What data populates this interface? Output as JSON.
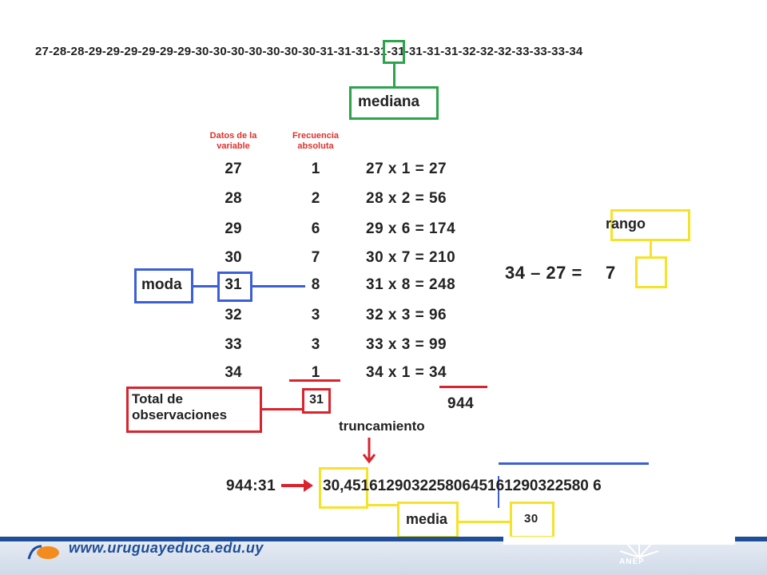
{
  "sequence": "27-28-28-29-29-29-29-29-29-30-30-30-30-30-30-30-31-31-31-31-31-31-31-31-32-32-32-33-33-33-34",
  "labels": {
    "mediana": "mediana",
    "moda": "moda",
    "total": "Total de\nobservaciones",
    "truncamiento": "truncamiento",
    "media": "media",
    "rango": "rango"
  },
  "headers": {
    "datos": "Datos de la variable",
    "frecuencia": "Frecuencia absoluta"
  },
  "rows": [
    {
      "dato": "27",
      "freq": "1",
      "prod": "27 x 1 = 27"
    },
    {
      "dato": "28",
      "freq": "2",
      "prod": "28 x 2 = 56"
    },
    {
      "dato": "29",
      "freq": "6",
      "prod": "29 x 6 = 174"
    },
    {
      "dato": "30",
      "freq": "7",
      "prod": "30 x 7 = 210"
    },
    {
      "dato": "31",
      "freq": "8",
      "prod": "31 x 8 = 248"
    },
    {
      "dato": "32",
      "freq": "3",
      "prod": "32 x 3 = 96"
    },
    {
      "dato": "33",
      "freq": "3",
      "prod": "33 x 3 = 99"
    },
    {
      "dato": "34",
      "freq": "1",
      "prod": "34 x 1 = 34"
    }
  ],
  "total_obs": "31",
  "sum": "944",
  "division": "944:31",
  "result_head": "30,",
  "result_tail": "4516129032258064516129032258 06",
  "result_full": "30,45161290322580645161290322580 6",
  "media_value": "30",
  "range_expr": "34 – 27 =",
  "range_value": "7",
  "footer": {
    "url": "www.uruguayeduca.edu.uy",
    "anep": "ANEP"
  },
  "colors": {
    "green": "#2ca44a",
    "blue": "#3d5fd6",
    "red": "#d9232d",
    "yellow": "#f4e32a",
    "header_red": "#e0302a"
  }
}
